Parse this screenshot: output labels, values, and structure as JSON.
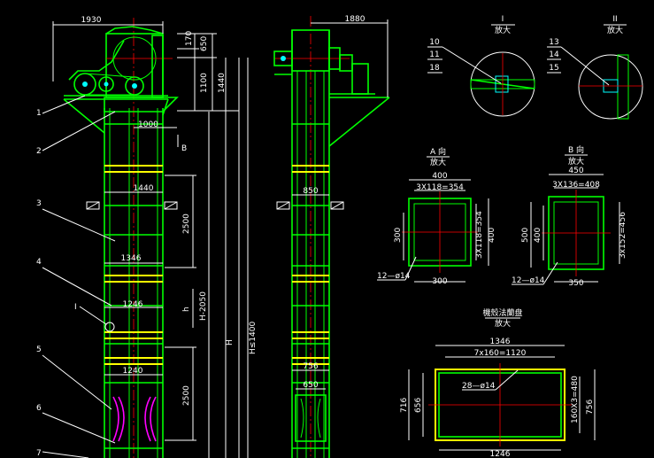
{
  "colors": {
    "background": "#000000",
    "structure": "#00ff00",
    "dimension": "#ffffff",
    "centerline": "#ff0000",
    "rungs": "#ffff00",
    "buckets": "#ff00ff",
    "hardware": "#00ffff"
  },
  "front_view": {
    "dims": {
      "top_width": "1930",
      "d170": "170",
      "d650": "650",
      "d1100": "1100",
      "d1440": "1440",
      "d1000": "1000",
      "width_1440": "1440",
      "d2500_upper": "2500",
      "width_1346": "1346",
      "h_label": "h",
      "h2050": "H-2050",
      "width_1246": "1246",
      "H": "H",
      "H1400": "H≤1400",
      "width_1240": "1240",
      "d2500_lower": "2500"
    },
    "section_mark": "B",
    "detail_marker": "I",
    "part_numbers": [
      "1",
      "2",
      "3",
      "4",
      "5",
      "6",
      "7"
    ]
  },
  "side_view": {
    "dims": {
      "top_width": "1880",
      "width_850": "850",
      "width_756": "756",
      "width_650": "650"
    }
  },
  "detail_I": {
    "title": "I",
    "scale": "放大",
    "callouts": [
      "10",
      "11",
      "18"
    ]
  },
  "detail_II": {
    "title": "II",
    "scale": "放大",
    "callouts": [
      "13",
      "14",
      "15"
    ]
  },
  "section_A": {
    "title": "A 向",
    "scale": "放大",
    "dims": {
      "outer_width": "400",
      "holes_top": "3X118=354",
      "height_left": "300",
      "holes_right": "3X118=354",
      "height_right": "400",
      "bottom_width": "300",
      "hole_note": "12—ø14"
    }
  },
  "section_B": {
    "title": "B 向",
    "scale": "放大",
    "dims": {
      "outer_width": "450",
      "holes_top": "3X136=408",
      "height_left": "500",
      "height_mid": "400",
      "holes_right": "3x152=456",
      "bottom_width": "350",
      "hole_note": "12—ø14"
    }
  },
  "flange": {
    "title": "機殼法蘭盘",
    "scale": "放大",
    "dims": {
      "outer_width": "1346",
      "holes_top": "7x160=1120",
      "hole_note": "28—ø14",
      "height_outer": "716",
      "height_inner": "656",
      "holes_right": "160X3=480",
      "height_right": "756",
      "bottom_width": "1246"
    }
  }
}
